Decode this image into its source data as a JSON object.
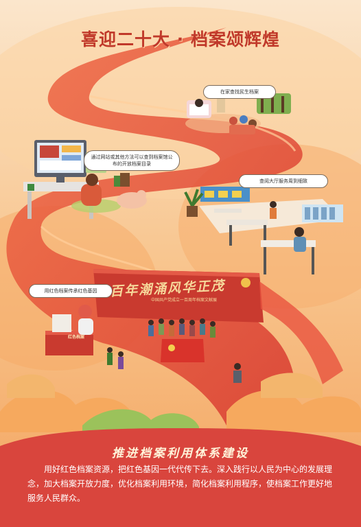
{
  "poster": {
    "title": "喜迎二十大 · 档案颂辉煌",
    "bubbles": {
      "home": "在家查找民生档案",
      "online": "通过网站或其他方法可以查到档案馆公布的开放档案目录",
      "hall": "查阅大厅服务周到细致",
      "red": "用红色档案传承红色基因"
    },
    "banner": {
      "title": "百年潮涌风华正茂",
      "subtitle": "中国共产党成立一百周年档案文献展"
    },
    "red_book_label": "红色档案",
    "subtitle": "推进档案利用体系建设",
    "paragraph": "用好红色档案资源，把红色基因一代代传下去。深入践行以人民为中心的发展理念，加大档案开放力度，优化档案利用环境，简化档案利用程序，使档案工作更好地服务人民群众。"
  },
  "colors": {
    "title": "#c0392b",
    "road": "#e84d3a",
    "orange": "#f5a25d",
    "panel": "#d9453d"
  }
}
